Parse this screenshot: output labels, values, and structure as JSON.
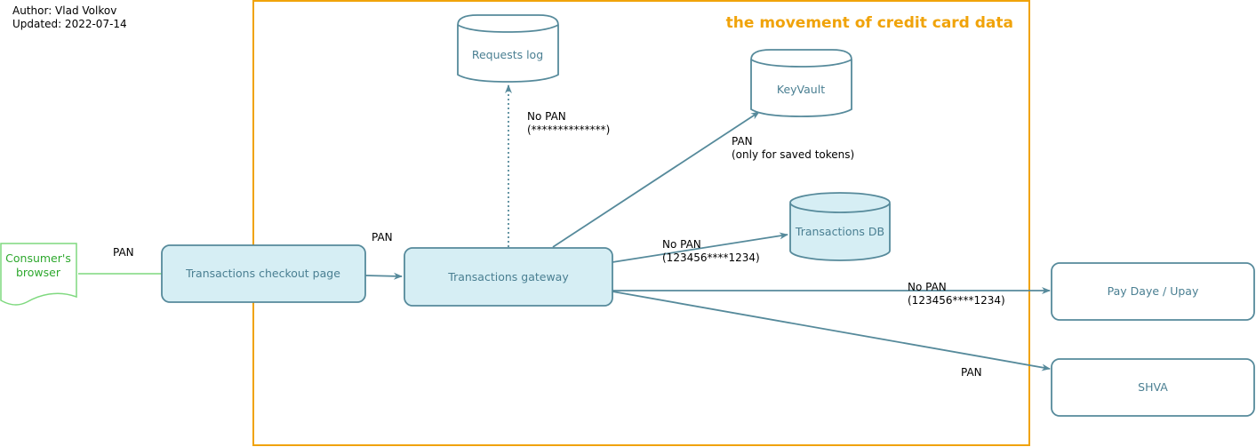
{
  "meta": {
    "author": "Author: Vlad Volkov",
    "updated": "Updated: 2022-07-14"
  },
  "colors": {
    "boundary": "#f0a30a",
    "node_fill": "#d6eef4",
    "node_stroke": "#568a9b",
    "edge": "#568a9b",
    "browser": "#7fd97f",
    "browser_text": "#2ea82e"
  },
  "diagram": {
    "title": "the movement of credit card data",
    "nodes": {
      "browser": [
        "Consumer's",
        "browser"
      ],
      "checkout": "Transactions checkout page",
      "gateway": "Transactions gateway",
      "requests_log": "Requests log",
      "keyvault": "KeyVault",
      "transactions_db": "Transactions DB",
      "payday": "Pay Daye / Upay",
      "shva": "SHVA"
    },
    "edges": {
      "browser_checkout": "PAN",
      "checkout_gateway": "PAN",
      "gateway_log": [
        "No PAN",
        "(**************)"
      ],
      "gateway_keyvault": [
        "PAN",
        "(only for saved tokens)"
      ],
      "gateway_db": [
        "No PAN",
        "(123456****1234)"
      ],
      "gateway_payday": [
        "No PAN",
        "(123456****1234)"
      ],
      "gateway_shva": "PAN"
    }
  }
}
